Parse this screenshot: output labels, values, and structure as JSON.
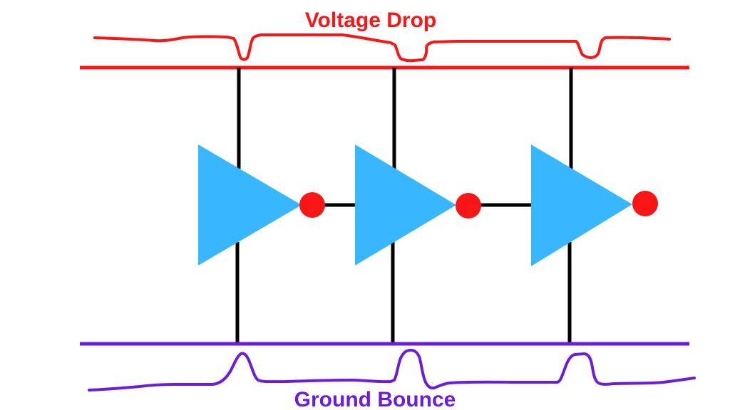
{
  "diagram": {
    "top_label": "Voltage Drop",
    "bottom_label": "Ground Bounce"
  },
  "colors": {
    "voltage_red": "#F91616",
    "buffer_blue": "#38B6FF",
    "ground_purple": "#6A1EDB",
    "wire_black": "#000000",
    "background": "#FFFFFF"
  },
  "icons": {
    "buffer_gate": "right-pointing-triangle",
    "inversion_bubble": "filled-circle"
  },
  "structure": {
    "buffer_count": 3,
    "voltage_waveform_dips": 3,
    "ground_bounce_bumps": 3,
    "top_rail": "VDD supply rail",
    "bottom_rail": "ground rail"
  }
}
